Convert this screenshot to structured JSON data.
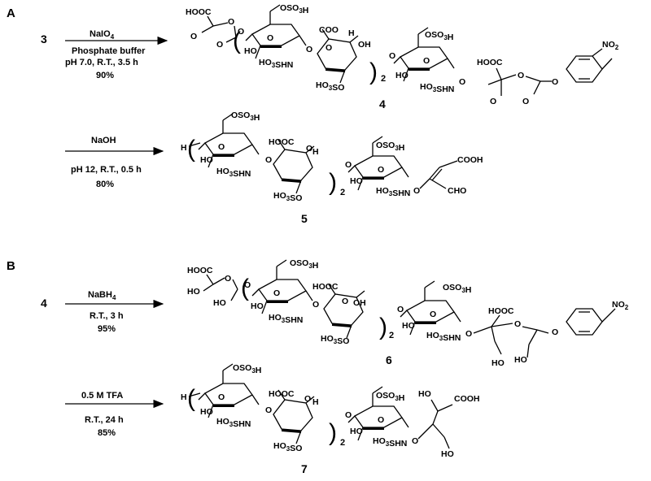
{
  "panels": {
    "A": {
      "label": "A",
      "steps": [
        {
          "start_compound": "3",
          "reagent": "NaIO4",
          "conditions": [
            "Phosphate buffer",
            "pH 7.0, R.T., 3.5 h",
            "90%"
          ],
          "product": "4"
        },
        {
          "reagent": "NaOH",
          "conditions": [
            "pH 12, R.T., 0.5 h",
            "80%"
          ],
          "product": "5"
        }
      ]
    },
    "B": {
      "label": "B",
      "steps": [
        {
          "start_compound": "4",
          "reagent": "NaBH4",
          "conditions": [
            "R.T., 3 h",
            "95%"
          ],
          "product": "6"
        },
        {
          "reagent": "0.5 M TFA",
          "conditions": [
            "R.T., 24 h",
            "85%"
          ],
          "product": "7"
        }
      ]
    }
  },
  "groups": {
    "hooc": "HOOC",
    "cooh": "COOH",
    "coo": "COO",
    "oso3h": "OSO3H",
    "ho3sh": "HO3SHN",
    "ho3so": "HO3SO",
    "ho": "HO",
    "oh": "OH",
    "o": "O",
    "h": "H",
    "cho": "CHO",
    "no2": "NO2",
    "repeat_count": "2"
  }
}
